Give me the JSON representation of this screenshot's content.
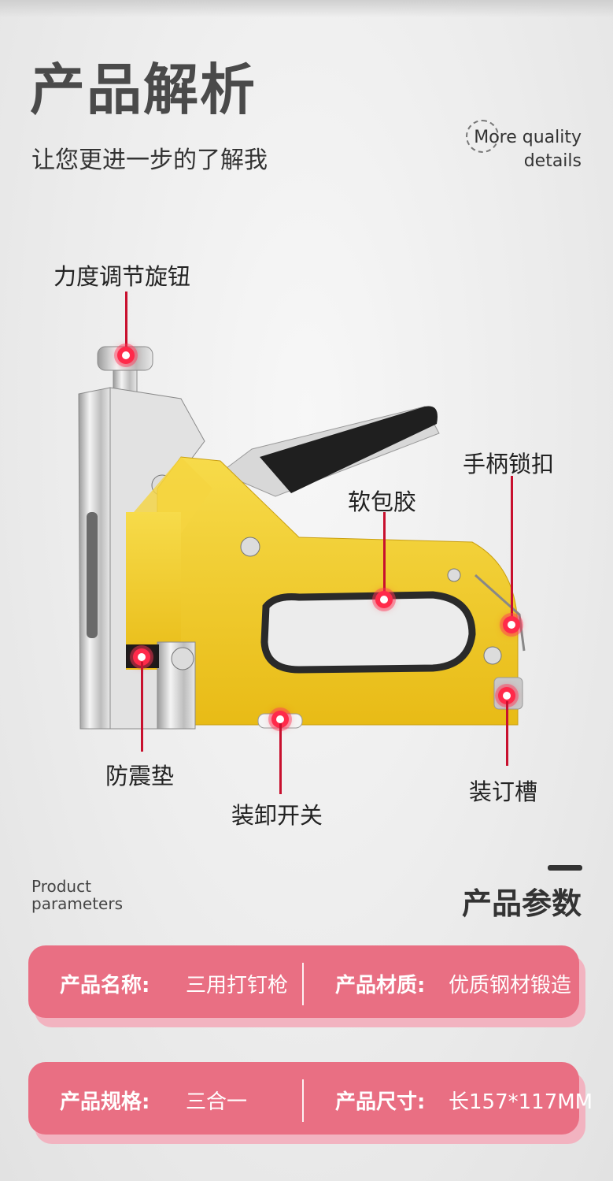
{
  "header": {
    "title": "产品解析",
    "subtitle": "让您更进一步的了解我",
    "more_line1": "More quality",
    "more_line2": "details"
  },
  "callouts": {
    "force_knob": "力度调节旋钮",
    "handle_lock": "手柄锁扣",
    "soft_rubber": "软包胶",
    "shock_pad": "防震垫",
    "load_switch": "装卸开关",
    "staple_slot": "装订槽"
  },
  "params": {
    "title_en_1": "Product",
    "title_en_2": "parameters",
    "title_cn": "产品参数",
    "rows": [
      {
        "k1": "产品名称:",
        "v1": "三用打钉枪",
        "k2": "产品材质:",
        "v2": "优质钢材锻造"
      },
      {
        "k1": "产品规格:",
        "v1": "三合一",
        "k2": "产品尺寸:",
        "v2": "长157*117MM"
      }
    ]
  },
  "colors": {
    "accent_red": "#c8102e",
    "tool_yellow": "#f2cd2e",
    "card_pink": "#e96f83"
  }
}
